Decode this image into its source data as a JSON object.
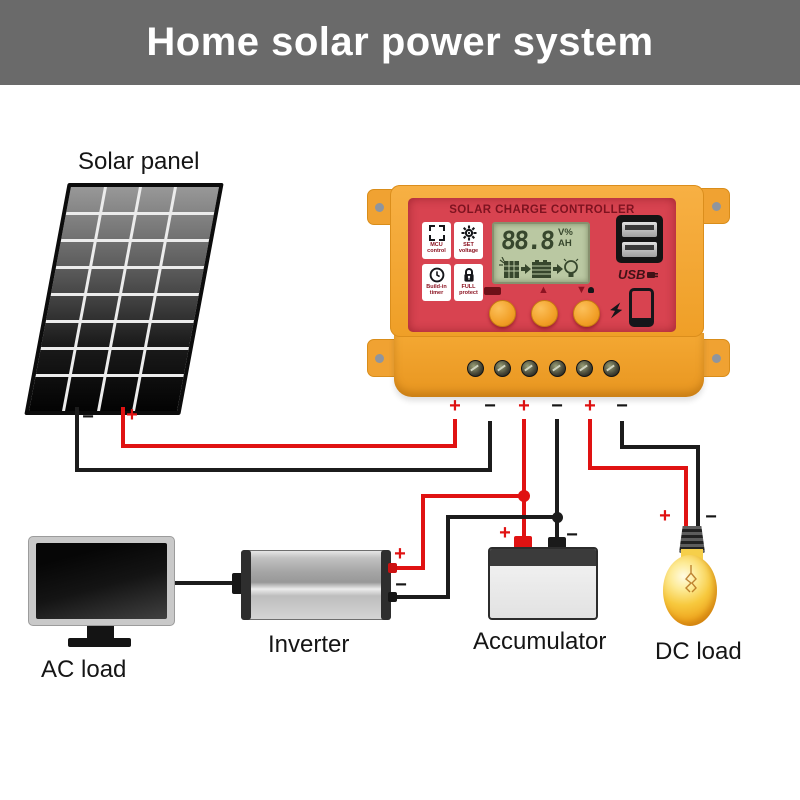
{
  "banner": {
    "title": "Home solar power system"
  },
  "labels": {
    "solar_panel": "Solar panel",
    "ac_load": "AC load",
    "inverter": "Inverter",
    "accumulator": "Accumulator",
    "dc_load": "DC load"
  },
  "polarity": {
    "plus": "+",
    "minus": "−"
  },
  "controller": {
    "title": "SOLAR CHARGE CONTROLLER",
    "tiles": [
      {
        "icon": "chip-icon",
        "line1": "MCU",
        "line2": "control"
      },
      {
        "icon": "gear-icon",
        "line1": "SET",
        "line2": "voltage"
      },
      {
        "icon": "clock-icon",
        "line1": "Build-in",
        "line2": "timer"
      },
      {
        "icon": "padlock-icon",
        "line1": "FULL",
        "line2": "protect"
      }
    ],
    "lcd": {
      "value": "88.8",
      "unit_top": "V%",
      "unit_bottom": "AH"
    },
    "usb_label": "USB"
  },
  "colors": {
    "banner_gray": "#6a6a6a",
    "controller_yellow": "#f2a52f",
    "faceplate_red": "#d84350",
    "lcd_green": "#bac8a2",
    "wire_red": "#e01212",
    "wire_black": "#1c1c1c",
    "bulb_yellow": "#f7c93e"
  }
}
